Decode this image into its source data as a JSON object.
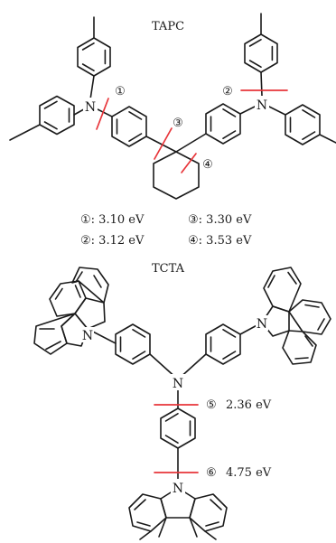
{
  "molecules": [
    {
      "title": "TAPC",
      "atom_label": "N",
      "bonds": [
        {
          "marker": "①",
          "energy": "3.10 eV"
        },
        {
          "marker": "②",
          "energy": "3.12 eV"
        },
        {
          "marker": "③",
          "energy": "3.30 eV"
        },
        {
          "marker": "④",
          "energy": "3.53 eV"
        }
      ],
      "legend": [
        [
          "①: 3.10 eV",
          "③: 3.30 eV"
        ],
        [
          "②: 3.12 eV",
          "④: 3.53 eV"
        ]
      ]
    },
    {
      "title": "TCTA",
      "atom_label": "N",
      "bonds": [
        {
          "marker": "⑤",
          "energy": "2.36 eV"
        },
        {
          "marker": "⑥",
          "energy": "4.75 eV"
        }
      ]
    }
  ],
  "colors": {
    "bond": "#1a1a1a",
    "cleavage_mark": "#e8353a"
  }
}
